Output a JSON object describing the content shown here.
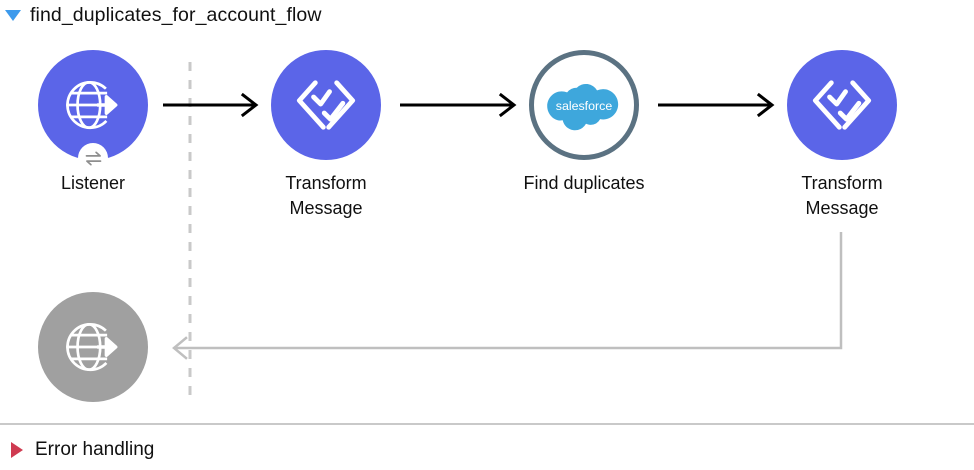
{
  "flow": {
    "title": "find_duplicates_for_account_flow",
    "disclosure_icon": "triangle-down-icon",
    "expanded": true
  },
  "canvas": {
    "source_divider_icon": "dashed-vertical-separator",
    "nodes": [
      {
        "id": "listener",
        "label": "Listener",
        "icon": "globe-arrow-icon",
        "style": "purple",
        "badge_icon": "exchange-arrows-icon",
        "color": "#5b65e8"
      },
      {
        "id": "transform-message-1",
        "label": "Transform\nMessage",
        "icon": "dataweave-transform-icon",
        "style": "purple",
        "badge_icon": null,
        "color": "#5b65e8"
      },
      {
        "id": "find-duplicates",
        "label": "Find duplicates",
        "icon": "salesforce-cloud-icon",
        "style": "ringed",
        "badge_icon": null,
        "color": "#5b7282"
      },
      {
        "id": "transform-message-2",
        "label": "Transform\nMessage",
        "icon": "dataweave-transform-icon",
        "style": "purple",
        "badge_icon": null,
        "color": "#5b65e8"
      },
      {
        "id": "listener-response",
        "label": "",
        "icon": "globe-arrow-icon",
        "style": "grey",
        "badge_icon": null,
        "color": "#a0a0a0"
      }
    ],
    "connectors": [
      {
        "id": "listener-to-transform-1",
        "kind": "forward-arrow",
        "color": "#000000"
      },
      {
        "id": "transform-1-to-find-duplicates",
        "kind": "forward-arrow",
        "color": "#000000"
      },
      {
        "id": "find-duplicates-to-transform-2",
        "kind": "forward-arrow",
        "color": "#000000"
      },
      {
        "id": "transform-2-to-response",
        "kind": "return-arrow",
        "color": "#bfbfbf"
      }
    ]
  },
  "error_handling": {
    "label": "Error handling",
    "disclosure_icon": "triangle-right-icon",
    "expanded": false,
    "color": "#cf3b51"
  },
  "salesforce_logo": {
    "wordmark": "salesforce",
    "cloud_color": "#3ea7dc"
  }
}
